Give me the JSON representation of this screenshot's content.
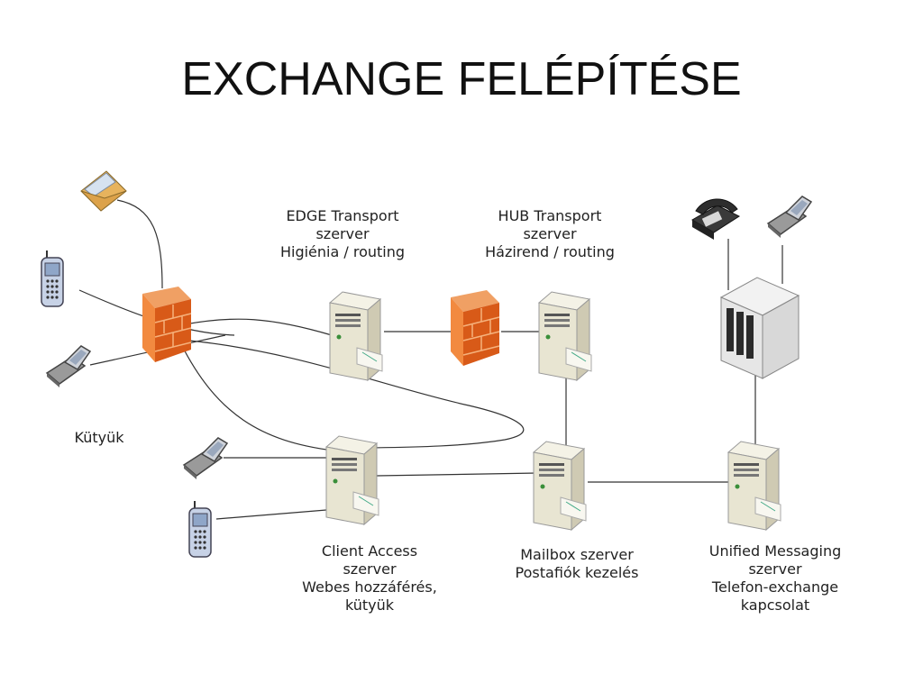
{
  "title": "EXCHANGE FELÉPÍTÉSE",
  "colors": {
    "firewall": "#e8732a",
    "server": "#e6e2cf",
    "line": "#333333",
    "envelope": "#e7b35d"
  },
  "labels": {
    "edge": [
      "EDGE Transport",
      "szerver",
      "Higiénia / routing"
    ],
    "hub": [
      "HUB Transport",
      "szerver",
      "Házirend / routing"
    ],
    "devices": "Kütyük",
    "client_access": [
      "Client Access",
      "szerver",
      "Webes hozzáférés,",
      "kütyük"
    ],
    "mailbox": [
      "Mailbox szerver",
      "Postafiók kezelés"
    ],
    "unified": [
      "Unified Messaging",
      "szerver",
      "Telefon-exchange",
      "kapcsolat"
    ]
  },
  "icons": {
    "envelope": "envelope-icon",
    "mobile_phone": "mobile-phone-icon",
    "flip_phone": "flip-phone-icon",
    "desk_phone": "desk-phone-icon",
    "firewall": "firewall-icon",
    "server": "server-icon",
    "pbx": "pbx-switch-icon"
  }
}
